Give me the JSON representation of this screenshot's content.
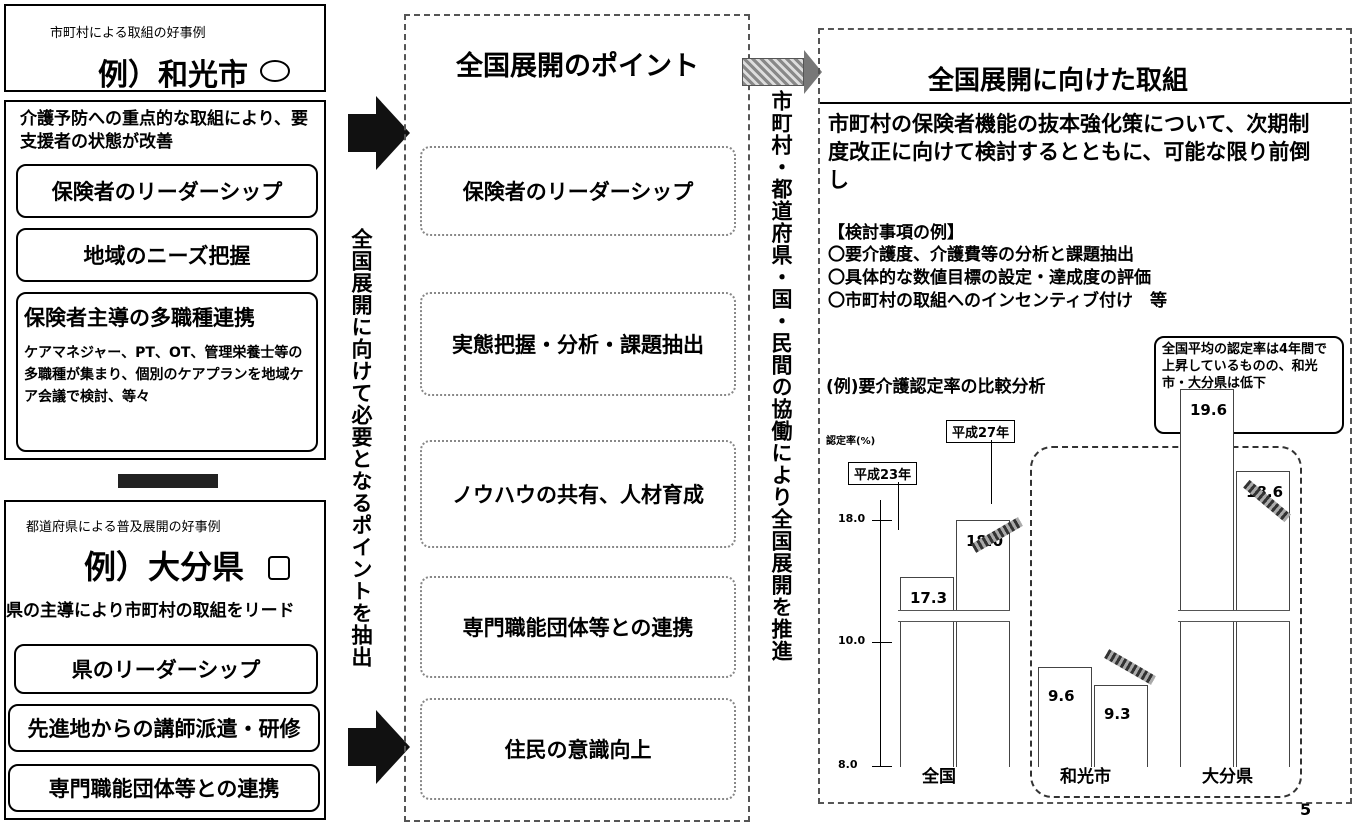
{
  "left": {
    "wako": {
      "caption": "市町村による取組の好事例",
      "title": "例）和光市",
      "desc": "介護予防への重点的な取組により、要支援者の状態が改善",
      "items": [
        "保険者のリーダーシップ",
        "地域のニーズ把握",
        "保険者主導の多職種連携"
      ],
      "note": "ケアマネジャー、PT、OT、管理栄養士等の多職種が集まり、個別のケアプランを地域ケア会議で検討、等々"
    },
    "oita": {
      "caption": "都道府県による普及展開の好事例",
      "title": "例）大分県",
      "desc": "県の主導により市町村の取組をリード",
      "items": [
        "県のリーダーシップ",
        "先進地からの講師派遣・研修",
        "専門職能団体等との連携"
      ]
    }
  },
  "vertical_left": "全国展開に向けて必要となるポイントを抽出",
  "middle": {
    "title": "全国展開のポイント",
    "items": [
      "保険者のリーダーシップ",
      "実態把握・分析・課題抽出",
      "ノウハウの共有、人材育成",
      "専門職能団体等との連携",
      "住民の意識向上"
    ]
  },
  "vertical_right": "市町村・都道府県・国・民間の協働により全国展開を推進",
  "right": {
    "title": "全国展開に向けた取組",
    "lead": "市町村の保険者機能の抜本強化策について、次期制度改正に向けて検討するとともに、可能な限り前倒し",
    "examples_heading": "【検討事項の例】",
    "examples": [
      "〇要介護度、介護費等の分析と課題抽出",
      "〇具体的な数値目標の設定・達成度の評価",
      "〇市町村の取組へのインセンティブ付け　等"
    ],
    "callout": "全国平均の認定率は4年間で上昇しているものの、和光市・大分県は低下"
  },
  "chart_data": {
    "type": "bar",
    "title": "(例)要介護認定率の比較分析",
    "ylabel": "認定率(%)",
    "yticks": [
      "18.0",
      "10.0",
      "8.0"
    ],
    "categories": [
      "全国",
      "和光市",
      "大分県"
    ],
    "series": [
      {
        "name": "平成23年",
        "values": [
          17.3,
          9.6,
          19.6
        ]
      },
      {
        "name": "平成27年",
        "values": [
          18.0,
          9.3,
          18.6
        ]
      }
    ]
  },
  "page_number": "5"
}
